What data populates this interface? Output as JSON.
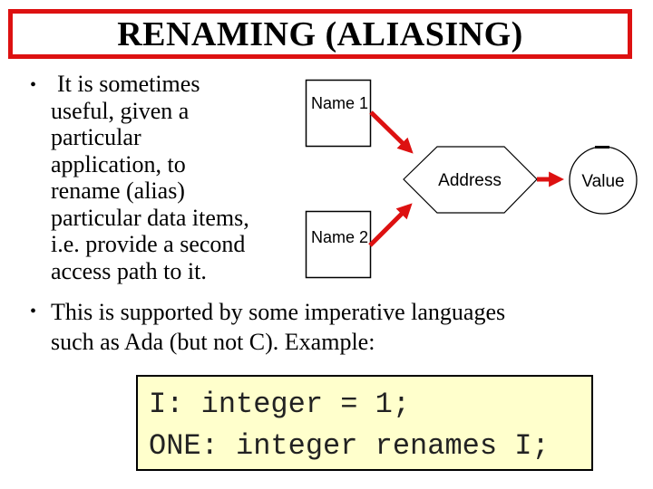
{
  "slide": {
    "title": "RENAMING (ALIASING)",
    "bullet_char": "•",
    "bullets": [
      {
        "lines": [
          "It is sometimes",
          "useful, given a",
          "particular",
          "application, to",
          "rename (alias)",
          "particular data items,",
          "i.e. provide a second",
          "access path to it."
        ]
      },
      {
        "lines": [
          "This is supported by some imperative languages",
          "such as Ada (but not C). Example:"
        ]
      }
    ],
    "diagram": {
      "name1_label": "Name 1",
      "name2_label": "Name 2",
      "address_label": "Address",
      "value_label": "Value"
    },
    "code": {
      "lines": [
        "I: integer = 1;",
        "ONE: integer renames I;"
      ]
    },
    "colors": {
      "accent_red": "#dd1111",
      "code_background": "#ffffcc",
      "text": "#000000"
    }
  }
}
